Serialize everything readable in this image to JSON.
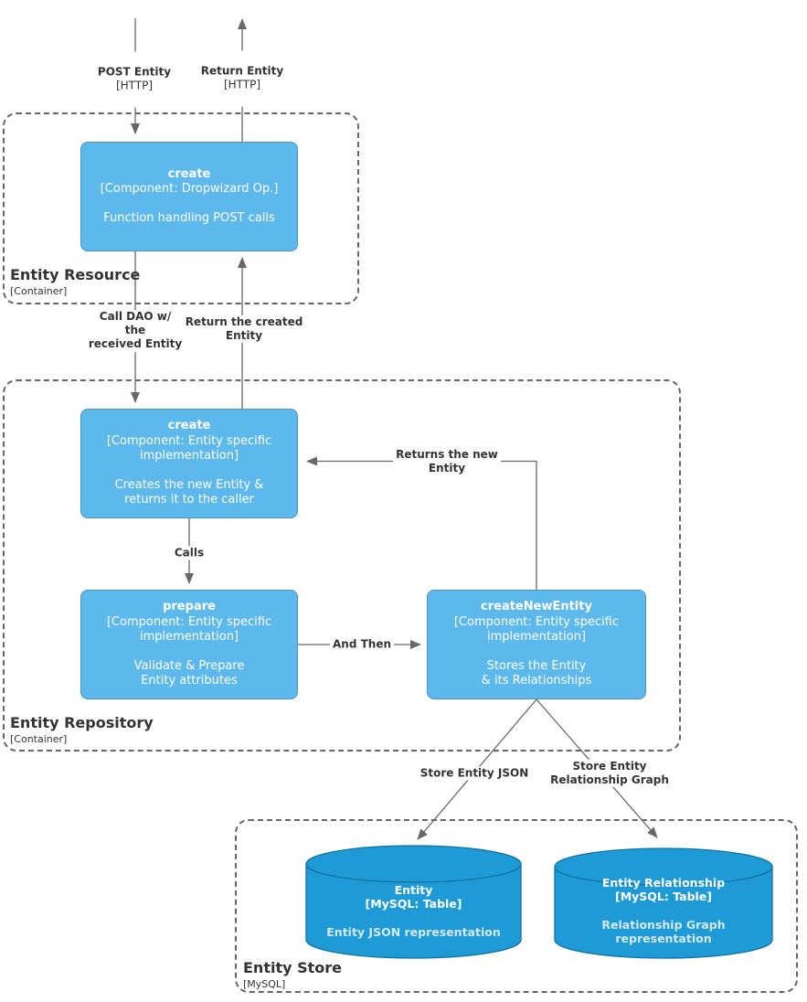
{
  "colors": {
    "component_fill": "#5db9ec",
    "component_border": "#4795c6",
    "database_fill": "#1e9bd7",
    "database_border": "#10739e",
    "container_border": "#666666",
    "edge": "#686868",
    "label_text": "#333333",
    "node_text": "#ffffff",
    "database_desc_text": "#d4e8f4",
    "background": "#ffffff"
  },
  "containers": {
    "entity_resource": {
      "title": "Entity Resource",
      "subtitle": "[Container]"
    },
    "entity_repository": {
      "title": "Entity Repository",
      "subtitle": "[Container]"
    },
    "entity_store": {
      "title": "Entity Store",
      "subtitle": "[MySQL]"
    }
  },
  "nodes": {
    "resource_create": {
      "title": "create",
      "component": "[Component: Dropwizard Op.]",
      "description": "Function handling POST calls"
    },
    "repository_create": {
      "title": "create",
      "component": "[Component: Entity specific\nimplementation]",
      "description": "Creates the new Entity &\nreturns it to the caller"
    },
    "prepare": {
      "title": "prepare",
      "component": "[Component: Entity specific\nimplementation]",
      "description": "Validate & Prepare\nEntity attributes"
    },
    "create_new_entity": {
      "title": "createNewEntity",
      "component": "[Component: Entity specific\nimplementation]",
      "description": "Stores the Entity\n& its Relationships"
    }
  },
  "databases": {
    "entity_table": {
      "title": "Entity",
      "component": "[MySQL: Table]",
      "description": "Entity JSON representation"
    },
    "entity_relationship_table": {
      "title": "Entity Relationship",
      "component": "[MySQL: Table]",
      "description": "Relationship Graph\nrepresentation"
    }
  },
  "edges": {
    "post_entity": {
      "label": "POST Entity",
      "sublabel": "[HTTP]"
    },
    "return_entity": {
      "label": "Return Entity",
      "sublabel": "[HTTP]"
    },
    "call_dao": {
      "label": "Call DAO w/\nthe\nreceived Entity"
    },
    "return_created": {
      "label": "Return the created\nEntity"
    },
    "calls": {
      "label": "Calls"
    },
    "and_then": {
      "label": "And Then"
    },
    "returns_new_entity": {
      "label": "Returns the new\nEntity"
    },
    "store_entity_json": {
      "label": "Store Entity JSON"
    },
    "store_entity_graph": {
      "label": "Store Entity\nRelationship Graph"
    }
  }
}
